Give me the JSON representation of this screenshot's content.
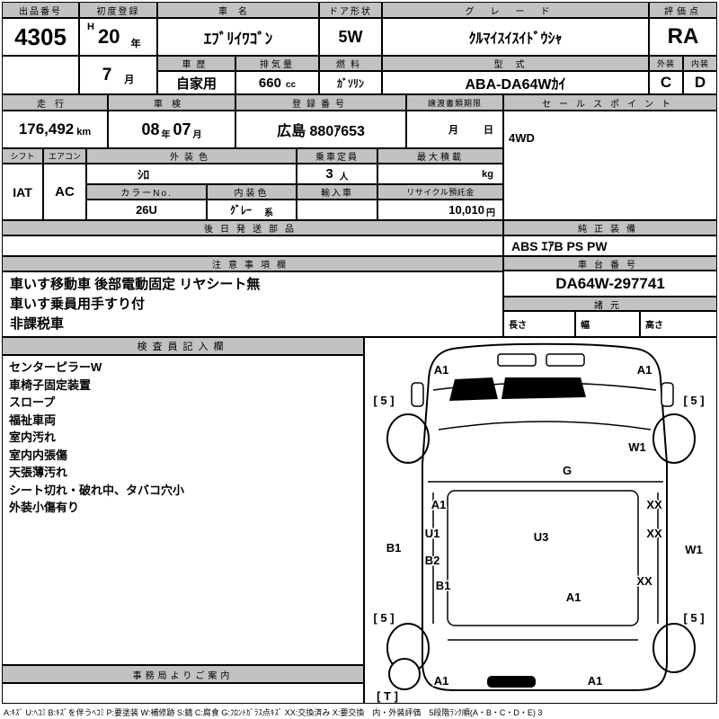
{
  "top": {
    "auction_no_label": "出品番号",
    "auction_no": "4305",
    "first_reg_label": "初度登録",
    "first_reg_era": "H",
    "first_reg_year": "20",
    "first_reg_year_unit": "年",
    "first_reg_month": "7",
    "first_reg_month_unit": "月",
    "car_name_label": "車名",
    "car_name": "ｴﾌﾞﾘｲﾜｺﾞﾝ",
    "door_label": "ドア形状",
    "door": "5W",
    "grade_label": "グレード",
    "grade": "ｸﾙﾏｲｽｲｽｲﾄﾞｳｼｬ",
    "score_label": "評価点",
    "score": "RA",
    "history_label": "車歴",
    "history": "自家用",
    "displacement_label": "排気量",
    "displacement": "660",
    "displacement_unit": "cc",
    "fuel_label": "燃料",
    "fuel": "ｶﾞｿﾘﾝ",
    "model_label": "型式",
    "model_code": "ABA-DA64Wｶｲ",
    "exterior_label": "外装",
    "exterior_score": "C",
    "interior_label": "内装",
    "interior_score": "D"
  },
  "registration": {
    "mileage_label": "走行",
    "mileage": "176,492",
    "mileage_unit": "km",
    "inspection_label": "車検",
    "inspection_year": "08",
    "inspection_year_unit": "年",
    "inspection_month": "07",
    "inspection_month_unit": "月",
    "plate_label": "登録番号",
    "plate": "広島 880ｱ653",
    "transfer_label": "譲渡書類期限",
    "transfer_month_unit": "月",
    "transfer_day_unit": "日",
    "sales_point_label": "セールスポイント",
    "sales_point": "4WD"
  },
  "spec": {
    "shift_label": "シフト",
    "shift": "IAT",
    "aircon_label": "エアコン",
    "aircon": "AC",
    "ext_color_label": "外装色",
    "ext_color": "ｼﾛ",
    "capacity_label": "乗車定員",
    "capacity": "3",
    "capacity_unit": "人",
    "max_load_label": "最大積載",
    "max_load_unit": "kg",
    "color_no_label": "カラーNo.",
    "color_no": "26U",
    "int_color_label": "内装色",
    "int_color": "ｸﾞﾚｰ",
    "int_color_unit": "系",
    "import_label": "輸入車",
    "recycle_label": "リサイクル預託金",
    "recycle_fee": "10,010",
    "recycle_fee_unit": "円",
    "later_parts_label": "後日発送部品",
    "equipment_label": "純正装備",
    "equipment": "ABS ｴｱB PS PW"
  },
  "notes": {
    "label": "注意事項欄",
    "lines": [
      "車いす移動車 後部電動固定 リヤシート無",
      "車いす乗員用手すり付",
      "非課税車"
    ]
  },
  "chassis": {
    "label": "車台番号",
    "number": "DA64W-297741",
    "dimensions_label": "諸元",
    "length_label": "長さ",
    "width_label": "幅",
    "height_label": "高さ"
  },
  "inspector": {
    "label": "検査員記入欄",
    "lines": [
      "センターピラーW",
      "車椅子固定装置",
      "スロープ",
      "福祉車両",
      "室内汚れ",
      "室内内張傷",
      "天張薄汚れ",
      "シート切れ・破れ中、タバコ穴小",
      "外装小傷有り"
    ],
    "office_label": "事務局よりご案内"
  },
  "diagram": {
    "markers": [
      {
        "code": "A1"
      },
      {
        "code": "A1"
      },
      {
        "code": "[ 5 ]"
      },
      {
        "code": "[ 5 ]"
      },
      {
        "code": "W1"
      },
      {
        "code": "G"
      },
      {
        "code": "A1"
      },
      {
        "code": "XX"
      },
      {
        "code": "U1"
      },
      {
        "code": "U3"
      },
      {
        "code": "XX"
      },
      {
        "code": "B1"
      },
      {
        "code": "B2"
      },
      {
        "code": "W1"
      },
      {
        "code": "B1"
      },
      {
        "code": "XX"
      },
      {
        "code": "A1"
      },
      {
        "code": "[ 5 ]"
      },
      {
        "code": "[ 5 ]"
      },
      {
        "code": "A1"
      },
      {
        "code": "A1"
      },
      {
        "code": "[ T ]"
      }
    ]
  },
  "legend": "A:ｷｽﾞ U:ﾍｺﾐ B:ｷｽﾞを伴うﾍｺﾐ P:要塗装 W:補修跡 S:錆 C:腐食 G:ﾌﾛﾝﾄｶﾞﾗｽ点ｷｽﾞ XX:交換済み X:要交換　内・外装評価　5段階ﾗﾝｸ順(A・B・C・D・E) 3"
}
